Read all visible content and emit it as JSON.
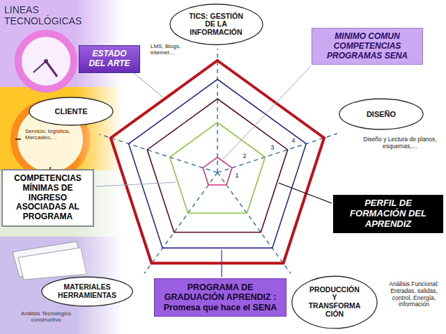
{
  "diagram": {
    "title": "LINEAS TECNOLÓGICAS",
    "nodes": [
      {
        "text": [
          "TICS: GESTIÓN DE LA INFORMACIÓN"
        ]
      },
      {
        "text": [
          "ESTADO DEL ARTE"
        ]
      },
      {
        "text": [
          "MINIMO COMUN COMPETENCIAS PROGRAMAS SENA"
        ]
      },
      {
        "text": [
          "CLIENTE"
        ]
      },
      {
        "text": [
          "DISEÑO"
        ]
      },
      {
        "text": [
          "COMPETENCIAS MÍNIMAS DE INGRESO ASOCIADAS AL PROGRAMA"
        ]
      },
      {
        "text": [
          "PERFIL DE FORMACIÓN DEL APRENDIZ"
        ]
      },
      {
        "text": [
          "MATERIALES HERRAMIENTAS"
        ]
      },
      {
        "text": [
          "PROGRAMA DE GRADUACIÓN APRENDIZ : Promesa que hace el SENA"
        ]
      },
      {
        "text": [
          "PRODUCCIÓN Y TRANSFORMACIÓN"
        ]
      }
    ],
    "labels": [
      "LMS, Blogs, internet…",
      "Servicio, logística, Mercadeo,…",
      "Diseño y Lectura de planos, esquemas,…",
      "1",
      "2",
      "3",
      "4",
      "Análisis Funcional: Entradas, salidas, control, Energía, información",
      "Análisis Tecnológico constructivo"
    ]
  }
}
